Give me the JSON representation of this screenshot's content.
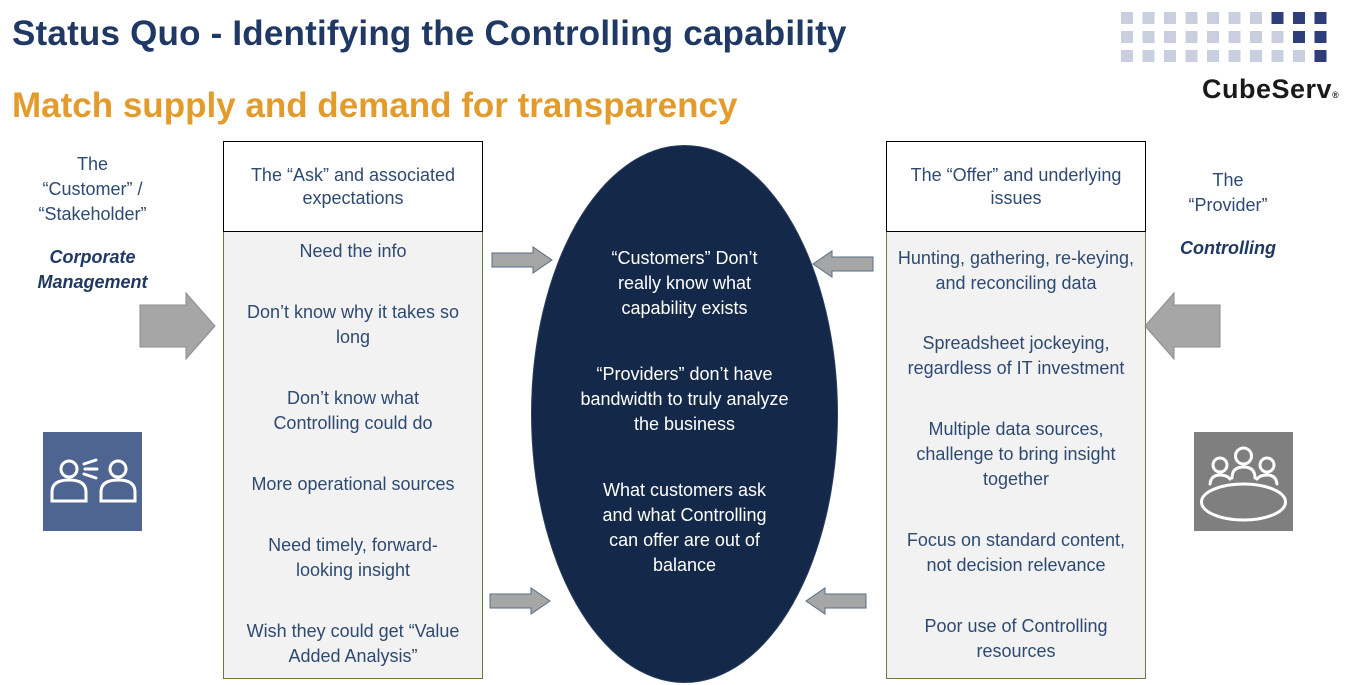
{
  "header": {
    "title": "Status Quo - Identifying the Controlling capability",
    "subtitle": "Match supply and demand for transparency"
  },
  "logo": {
    "text": "CubeServ",
    "registered": "®",
    "dot_color_light": "#c9cfdf",
    "dot_color_dark": "#2d3e7a"
  },
  "customer": {
    "label_lines": [
      "The",
      "“Customer” /",
      "“Stakeholder”"
    ],
    "role_lines": [
      "Corporate",
      "Management"
    ],
    "icon": "users-talking-icon"
  },
  "provider": {
    "label_lines": [
      "The",
      "“Provider”"
    ],
    "role": "Controlling",
    "icon": "meeting-table-icon"
  },
  "ask": {
    "header": "The “Ask” and associated expectations",
    "items": [
      "Need the info",
      "Don’t know why it takes so long",
      "Don’t know what Controlling could do",
      "More operational sources",
      "Need timely, forward-looking insight",
      "Wish they could get “Value Added Analysis”"
    ]
  },
  "offer": {
    "header": "The “Offer” and underlying issues",
    "items": [
      "Hunting, gathering, re-keying, and reconciling data",
      "Spreadsheet jockeying, regardless of IT investment",
      "Multiple data sources, challenge to bring insight together",
      "Focus on standard content, not decision relevance",
      "Poor use of Controlling resources"
    ]
  },
  "center": {
    "items": [
      "“Customers” Don’t really know what capability exists",
      "“Providers” don’t have bandwidth to truly analyze the business",
      "What customers ask and what Controlling can offer are out of balance"
    ]
  },
  "colors": {
    "title": "#1f3864",
    "subtitle": "#e39b2c",
    "ellipse": "#142849",
    "arrow": "#a6a6a6",
    "customer_icon_bg": "#4e6592",
    "provider_icon_bg": "#7f7f7f"
  }
}
